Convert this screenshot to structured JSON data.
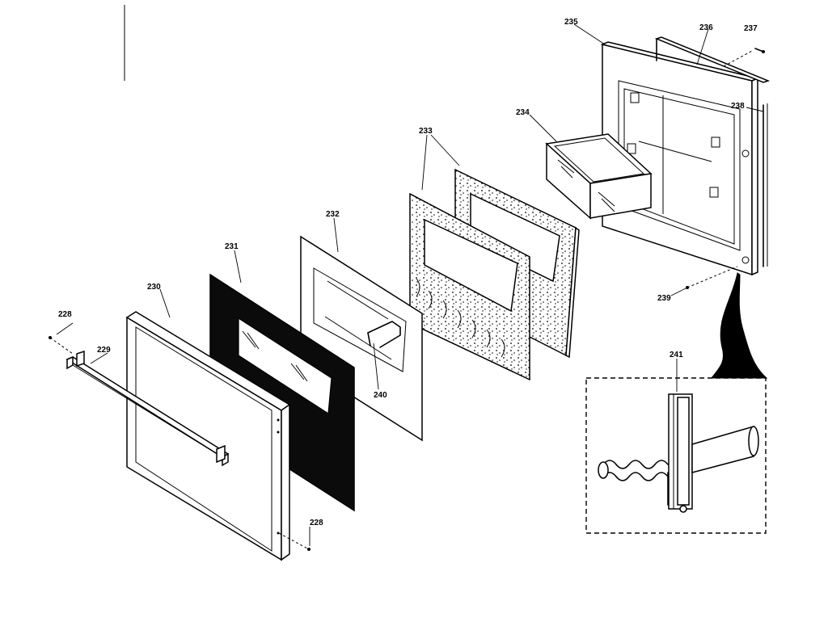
{
  "diagram": {
    "parts": [
      {
        "key": "p228a",
        "label": "228"
      },
      {
        "key": "p228b",
        "label": "228"
      },
      {
        "key": "p229",
        "label": "229"
      },
      {
        "key": "p230",
        "label": "230"
      },
      {
        "key": "p231",
        "label": "231"
      },
      {
        "key": "p232",
        "label": "232"
      },
      {
        "key": "p233",
        "label": "233"
      },
      {
        "key": "p234",
        "label": "234"
      },
      {
        "key": "p235",
        "label": "235"
      },
      {
        "key": "p236",
        "label": "236"
      },
      {
        "key": "p237",
        "label": "237"
      },
      {
        "key": "p238",
        "label": "238"
      },
      {
        "key": "p239",
        "label": "239"
      },
      {
        "key": "p240",
        "label": "240"
      },
      {
        "key": "p241",
        "label": "241"
      }
    ]
  }
}
